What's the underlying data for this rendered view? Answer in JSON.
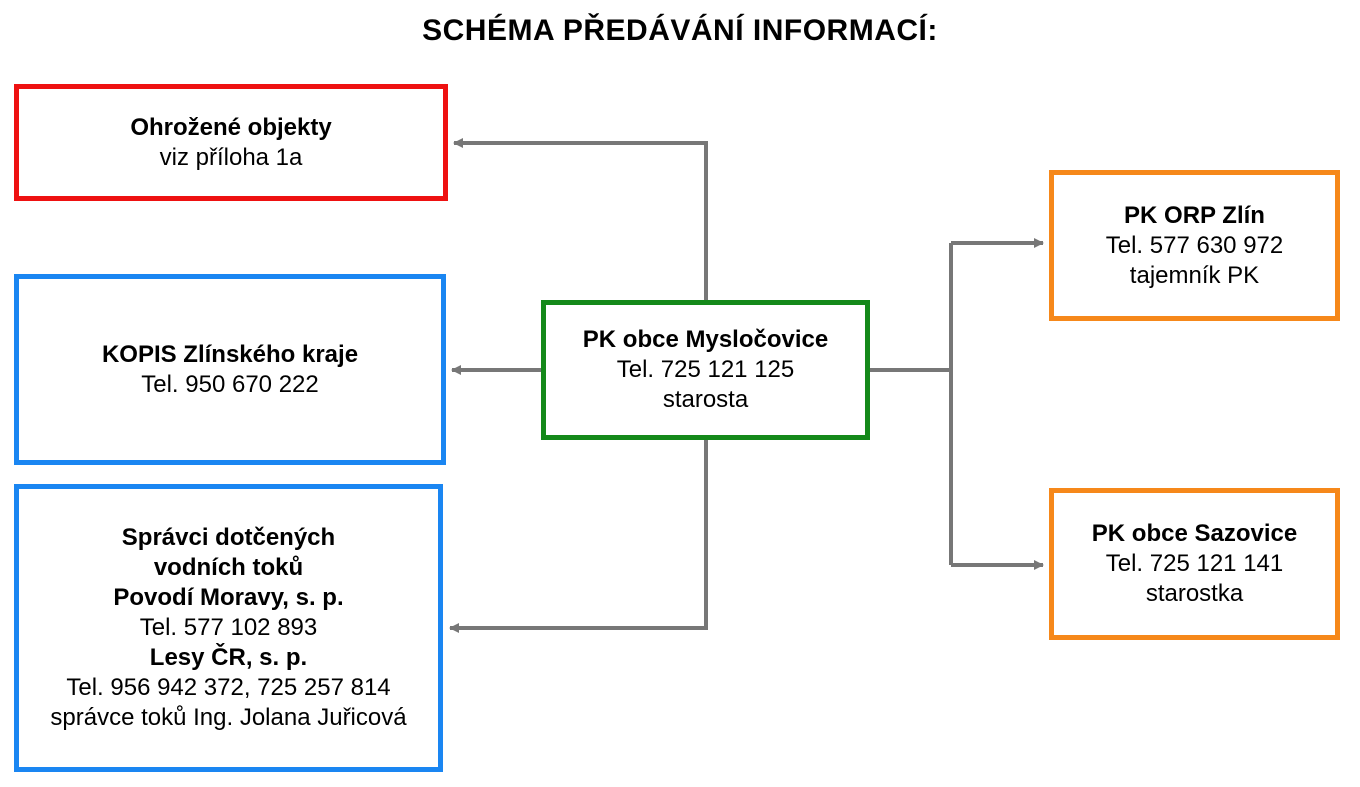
{
  "title": "SCHÉMA PŘEDÁVÁNÍ INFORMACÍ:",
  "colors": {
    "red": "#ee1111",
    "blue": "#1a86f2",
    "green": "#14891a",
    "orange": "#f6881a",
    "connector": "#777777"
  },
  "nodes": {
    "ohrozene": {
      "title": "Ohrožené objekty",
      "line1": "viz příloha 1a"
    },
    "kopis": {
      "title": "KOPIS Zlínského kraje",
      "phone": "Tel. 950 670 222"
    },
    "spravci": {
      "title_line1": "Správci dotčených",
      "title_line2": "vodních toků",
      "org1": "Povodí Moravy, s. p.",
      "org1_phone": "Tel. 577 102 893",
      "org2": "Lesy ČR, s. p.",
      "org2_phone": "Tel. 956 942 372, 725 257 814",
      "org2_contact": "správce toků Ing. Jolana Juřicová"
    },
    "center": {
      "title": "PK obce Mysločovice",
      "phone": "Tel. 725 121 125",
      "role": "starosta"
    },
    "orp": {
      "title": "PK ORP Zlín",
      "phone": "Tel. 577 630 972",
      "role": "tajemník PK"
    },
    "sazovice": {
      "title": "PK obce Sazovice",
      "phone": "Tel. 725 121 141",
      "role": "starostka"
    }
  }
}
